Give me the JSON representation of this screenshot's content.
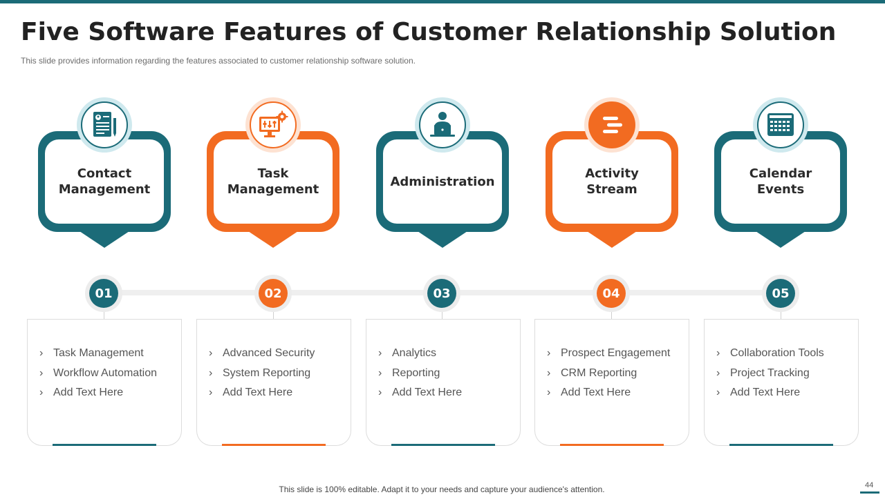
{
  "slide": {
    "title": "Five Software Features of Customer Relationship Solution",
    "subtitle": "This slide provides  information  regarding  the features associated to customer relationship software solution.",
    "footer": "This slide is 100% editable. Adapt it to your needs and capture your audience's attention.",
    "page_number": "44"
  },
  "colors": {
    "teal": "#1b6b78",
    "orange": "#f26b21",
    "teal_ring": "#cfe9ee",
    "orange_ring": "#fde2d2"
  },
  "features": [
    {
      "label": "Contact\nManagement",
      "number": "01",
      "color": "teal",
      "icon": "contact-list-icon",
      "items": [
        "Task Management",
        "Workflow Automation",
        "Add Text Here"
      ]
    },
    {
      "label": "Task\nManagement",
      "number": "02",
      "color": "orange",
      "icon": "monitor-settings-icon",
      "items": [
        "Advanced Security",
        "System Reporting",
        "Add Text Here"
      ]
    },
    {
      "label": "Administration",
      "number": "03",
      "color": "teal",
      "icon": "admin-user-icon",
      "items": [
        "Analytics",
        "Reporting",
        "Add Text Here"
      ]
    },
    {
      "label": "Activity\nStream",
      "number": "04",
      "color": "orange",
      "icon": "activity-stream-icon",
      "items": [
        "Prospect Engagement",
        "CRM Reporting",
        "Add Text Here"
      ]
    },
    {
      "label": "Calendar\nEvents",
      "number": "05",
      "color": "teal",
      "icon": "calendar-icon",
      "items": [
        "Collaboration Tools",
        "Project Tracking",
        "Add Text Here"
      ]
    }
  ]
}
